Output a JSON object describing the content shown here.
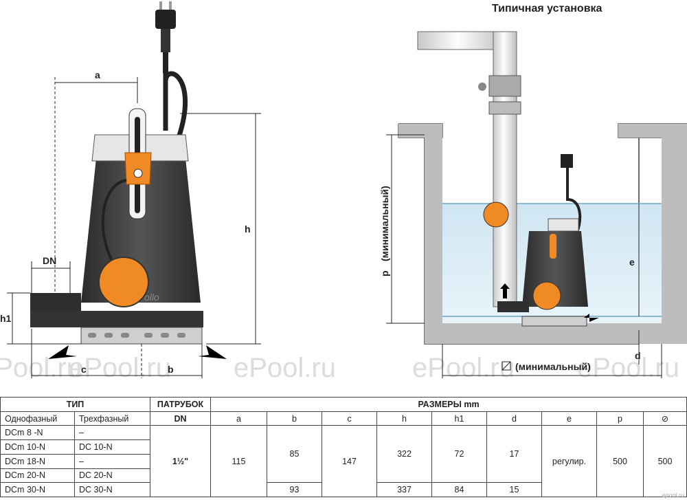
{
  "drawing": {
    "install_title": "Типичная установка",
    "dims": {
      "a": "a",
      "b": "b",
      "c": "c",
      "h": "h",
      "h1": "h1",
      "dn": "DN",
      "p": "p",
      "e": "e",
      "d": "d"
    },
    "p_note": "(минимальный)",
    "square_note": "(минимальный)",
    "pump_brand": "ollo",
    "watermark": "ePool.ru"
  },
  "table": {
    "type_header": "ТИП",
    "outlet_header": "ПАТРУБОК",
    "dims_header": "РАЗМЕРЫ mm",
    "single_phase": "Однофазный",
    "three_phase": "Трехфазный",
    "dn_label": "DN",
    "cols": [
      "a",
      "b",
      "c",
      "h",
      "h1",
      "d",
      "e",
      "p",
      "⊘"
    ],
    "rows": [
      {
        "single": "DCm 8 -N",
        "three": "–"
      },
      {
        "single": "DCm 10-N",
        "three": "DC 10-N"
      },
      {
        "single": "DCm 18-N",
        "three": "–"
      },
      {
        "single": "DCm 20-N",
        "three": "DC 20-N"
      },
      {
        "single": "DCm 30-N",
        "three": "DC 30-N"
      }
    ],
    "dn_value": "1½\"",
    "a_value": "115",
    "b_main": "85",
    "b_last": "93",
    "c_value": "147",
    "h_main": "322",
    "h_last": "337",
    "h1_main": "72",
    "h1_last": "84",
    "d_main": "17",
    "d_last": "15",
    "e_value": "регулир.",
    "p_value": "500",
    "sq_value": "500"
  },
  "logo": "epool.ru"
}
